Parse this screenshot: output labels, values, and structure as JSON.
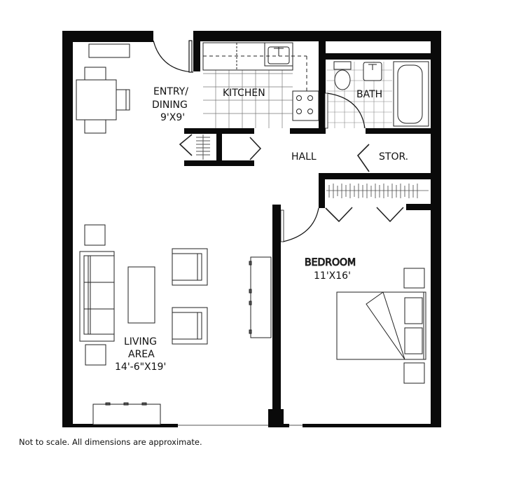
{
  "plan": {
    "rooms": {
      "entry_dining": {
        "name_line1": "ENTRY/",
        "name_line2": "DINING",
        "dimensions": "9'X9'"
      },
      "kitchen": {
        "name": "KITCHEN"
      },
      "bath": {
        "name": "BATH"
      },
      "hall": {
        "name": "HALL"
      },
      "storage": {
        "name": "STOR."
      },
      "bedroom": {
        "name": "BEDROOM",
        "dimensions": "11'X16'"
      },
      "living_area": {
        "name_line1": "LIVING",
        "name_line2": "AREA",
        "dimensions": "14'-6\"X19'"
      }
    },
    "colors": {
      "wall": "#0a0a0a",
      "fixture_line": "#333333",
      "tile_line": "#555555",
      "background": "#ffffff"
    }
  },
  "caption": "Not to scale. All dimensions are approximate."
}
